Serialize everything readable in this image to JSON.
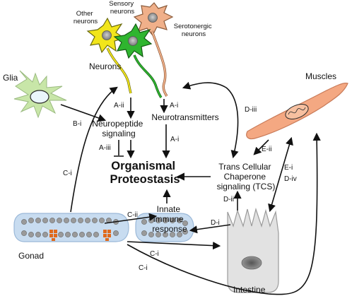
{
  "neuron_labels": {
    "other": [
      "Other",
      "neurons"
    ],
    "sensory": [
      "Sensory",
      "neurons"
    ],
    "serotonergic": [
      "Serotonergic",
      "neurons"
    ],
    "group": "Neurons"
  },
  "nodes": {
    "glia": "Glia",
    "muscles": "Muscles",
    "gonad": "Gonad",
    "intestine": "Intestine",
    "neuropeptide": [
      "Neuropeptide",
      "signaling"
    ],
    "neurotransmitters": "Neurotransmitters",
    "center": [
      "Organismal",
      "Proteostasis"
    ],
    "tcs": [
      "Trans Cellular",
      "Chaperone",
      "signaling (TCS)"
    ],
    "innate": [
      "Innate",
      "immune",
      "response"
    ]
  },
  "edge_labels": {
    "a_ii": "A-ii",
    "a_i_top": "A-i",
    "a_i_mid": "A-i",
    "a_iii": "A-iii",
    "b_i": "B-i",
    "c_i_left": "C-i",
    "c_ii": "C-ii",
    "c_i_bottom_1": "C-i",
    "c_i_bottom_2": "C-i",
    "d_iii": "D-iii",
    "d_ii": "D-ii",
    "d_i": "D-i",
    "e_ii": "E-ii",
    "e_i": "E-i",
    "d_iv": "D-iv"
  },
  "colors": {
    "other_neuron": "#f2e51a",
    "sensory_neuron": "#2fb52f",
    "serotonergic_neuron": "#f0b08a",
    "glia": "#c8e6a8",
    "muscle": "#f4a882",
    "gonad": "#c8dcf0",
    "gonad_accent": "#e06a1c",
    "intestine": "#e2e2e2",
    "arrow": "#111111"
  }
}
